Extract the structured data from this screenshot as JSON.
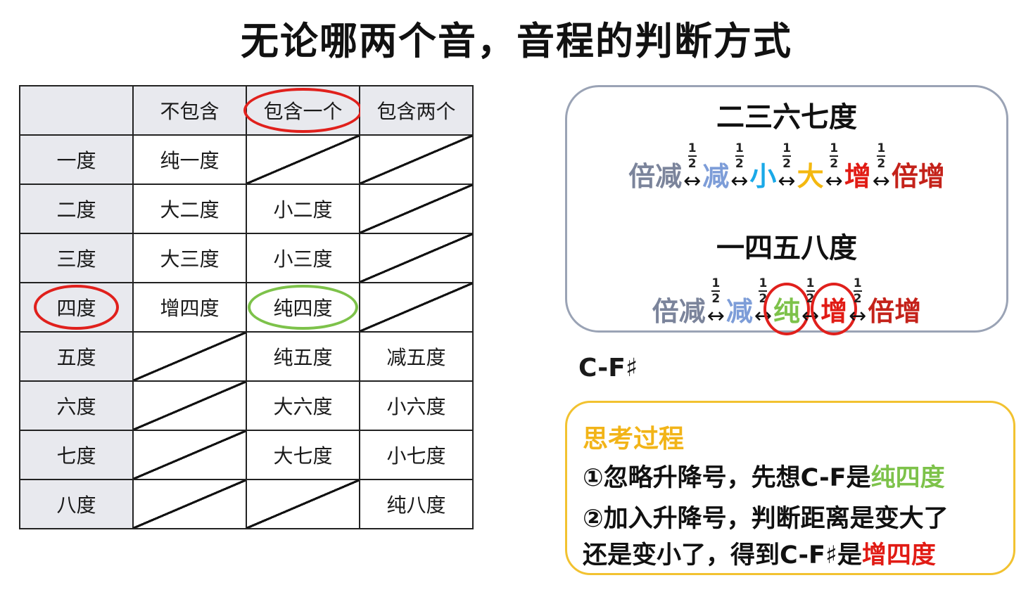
{
  "title": "无论哪两个音，音程的判断方式",
  "table": {
    "headers": [
      "",
      "不包含",
      "包含一个",
      "包含两个"
    ],
    "rows": [
      {
        "degree": "一度",
        "c1": "纯一度",
        "c2": "",
        "c3": ""
      },
      {
        "degree": "二度",
        "c1": "大二度",
        "c2": "小二度",
        "c3": ""
      },
      {
        "degree": "三度",
        "c1": "大三度",
        "c2": "小三度",
        "c3": ""
      },
      {
        "degree": "四度",
        "c1": "增四度",
        "c2": "纯四度",
        "c3": ""
      },
      {
        "degree": "五度",
        "c1": "",
        "c2": "纯五度",
        "c3": "减五度"
      },
      {
        "degree": "六度",
        "c1": "",
        "c2": "大六度",
        "c3": "小六度"
      },
      {
        "degree": "七度",
        "c1": "",
        "c2": "大七度",
        "c3": "小七度"
      },
      {
        "degree": "八度",
        "c1": "",
        "c2": "",
        "c3": "纯八度"
      }
    ]
  },
  "group1": {
    "title": "二三六七度",
    "items": [
      "倍减",
      "减",
      "小",
      "大",
      "增",
      "倍增"
    ]
  },
  "group2": {
    "title": "一四五八度",
    "items": [
      "倍减",
      "减",
      "纯",
      "增",
      "倍增"
    ]
  },
  "arrow": "↔",
  "half_num": "1",
  "half_den": "2",
  "example": "C-F♯",
  "think": {
    "title": "思考过程",
    "line1_prefix": "①忽略升降号，先想C-F是",
    "line1_highlight": "纯四度",
    "line2": "②加入升降号，判断距离是变大了",
    "line3_prefix": "还是变小了，得到C-F♯是",
    "line3_highlight": "增四度"
  },
  "colors": {
    "circle_red": "#e0201c",
    "circle_green": "#7dc24a",
    "header_bg": "#e8e9ee",
    "box_border": "#9aa3b5",
    "think_border": "#f2c230"
  }
}
